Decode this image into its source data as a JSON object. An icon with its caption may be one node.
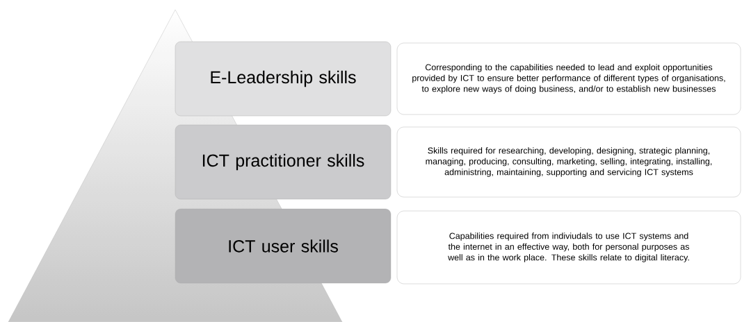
{
  "diagram": {
    "nodes": [
      {
        "text": [
          "E-Leadership skills"
        ]
      },
      {
        "text": [
          "Corresponding to the capabilities needed to lead and exploit opportunities provided by ICT to ensure better performance of different types of organisations, to explore new ways of doing business, and/or to establish new businesses"
        ]
      },
      {
        "text": [
          "ICT practitioner skills"
        ]
      },
      {
        "text": [
          "Skills required for researching, developing, designing, strategic planning, managing, producing, consulting, marketing, selling, integrating, installing, administring, maintaining, supporting and servicing ICT systems"
        ]
      },
      {
        "text": [
          "ICT user skills"
        ]
      },
      {
        "text": [
          "Capabilities required from indiviudals to use ICT systems and the internet in an effective way, both for personal purposes as well as in the work place. These skills relate to digital literacy."
        ]
      }
    ]
  }
}
